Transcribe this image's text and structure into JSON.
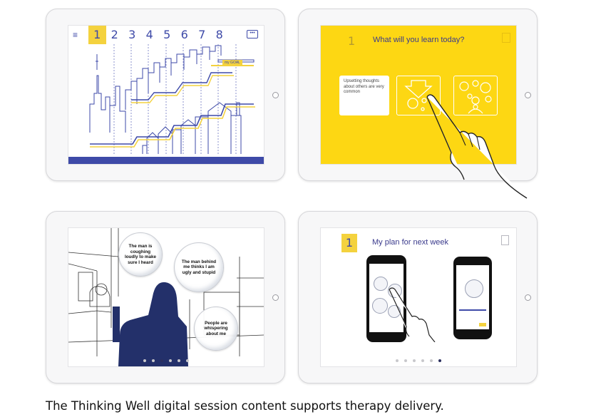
{
  "screen1": {
    "menu_icon": "hamburger-menu-icon",
    "session_numbers": [
      "1",
      "2",
      "3",
      "4",
      "5",
      "6",
      "7",
      "8"
    ],
    "active_session": "1",
    "chat_icon": "chat-bubble-icon",
    "goal_sign": "my GOAL"
  },
  "screen2": {
    "session_number": "1",
    "title": "What will you learn today?",
    "card_text": "Upsetting thoughts about others are very common",
    "background_color": "#fdd713"
  },
  "screen3": {
    "bubbles": [
      "The man is coughing loudly to make sure I heard",
      "The man behind me thinks I am ugly and stupid",
      "People are whispering about me"
    ],
    "active_dot": 3,
    "dot_count": 6
  },
  "screen4": {
    "session_number": "1",
    "title": "My plan for next week",
    "active_dot": 6,
    "dot_count": 6
  },
  "caption": "The Thinking Well digital session content supports therapy delivery."
}
